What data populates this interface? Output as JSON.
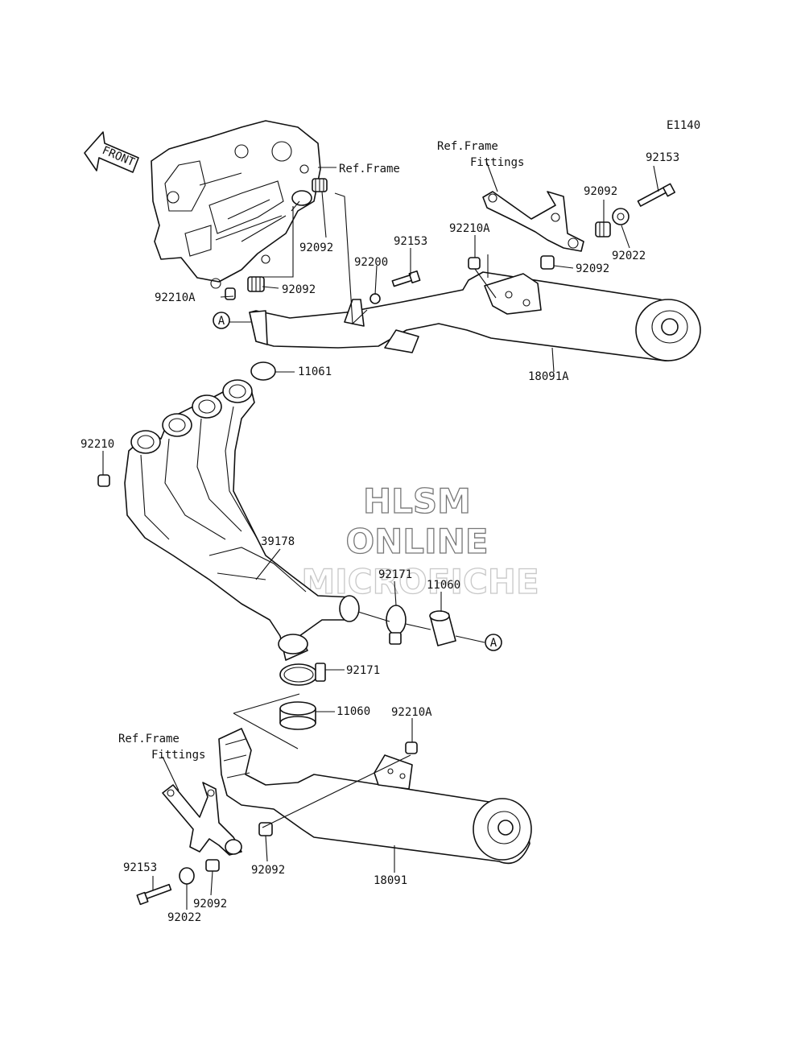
{
  "diagram": {
    "code": "E1140",
    "front_arrow": "FRONT",
    "watermark": [
      "HLSM",
      "ONLINE",
      "MICROFICHE"
    ],
    "ref_marker": "A",
    "labels": {
      "ref_frame_top": "Ref.Frame",
      "ref_frame_fittings_top_1": "Ref.Frame",
      "ref_frame_fittings_top_2": "Fittings",
      "ref_frame_fittings_bottom_1": "Ref.Frame",
      "ref_frame_fittings_bottom_2": "Fittings",
      "p92153_top": "92153",
      "p92092_bracket": "92092",
      "p92022_top": "92022",
      "p92210A_top": "92210A",
      "p92092_muffler_top": "92092",
      "p92092_frame_upper": "92092",
      "p92092_frame_lower": "92092",
      "p92210A_left": "92210A",
      "p92153_mid": "92153",
      "p92200": "92200",
      "p18091A": "18091A",
      "p11061": "11061",
      "p92210": "92210",
      "p39178": "39178",
      "p92171_right": "92171",
      "p11060_right": "11060",
      "p92171_center": "92171",
      "p11060_center": "11060",
      "p92210A_bottom": "92210A",
      "p92092_bottom_muffler": "92092",
      "p18091": "18091",
      "p92153_bottom": "92153",
      "p92092_bottom": "92092",
      "p92022_bottom": "92022"
    }
  }
}
